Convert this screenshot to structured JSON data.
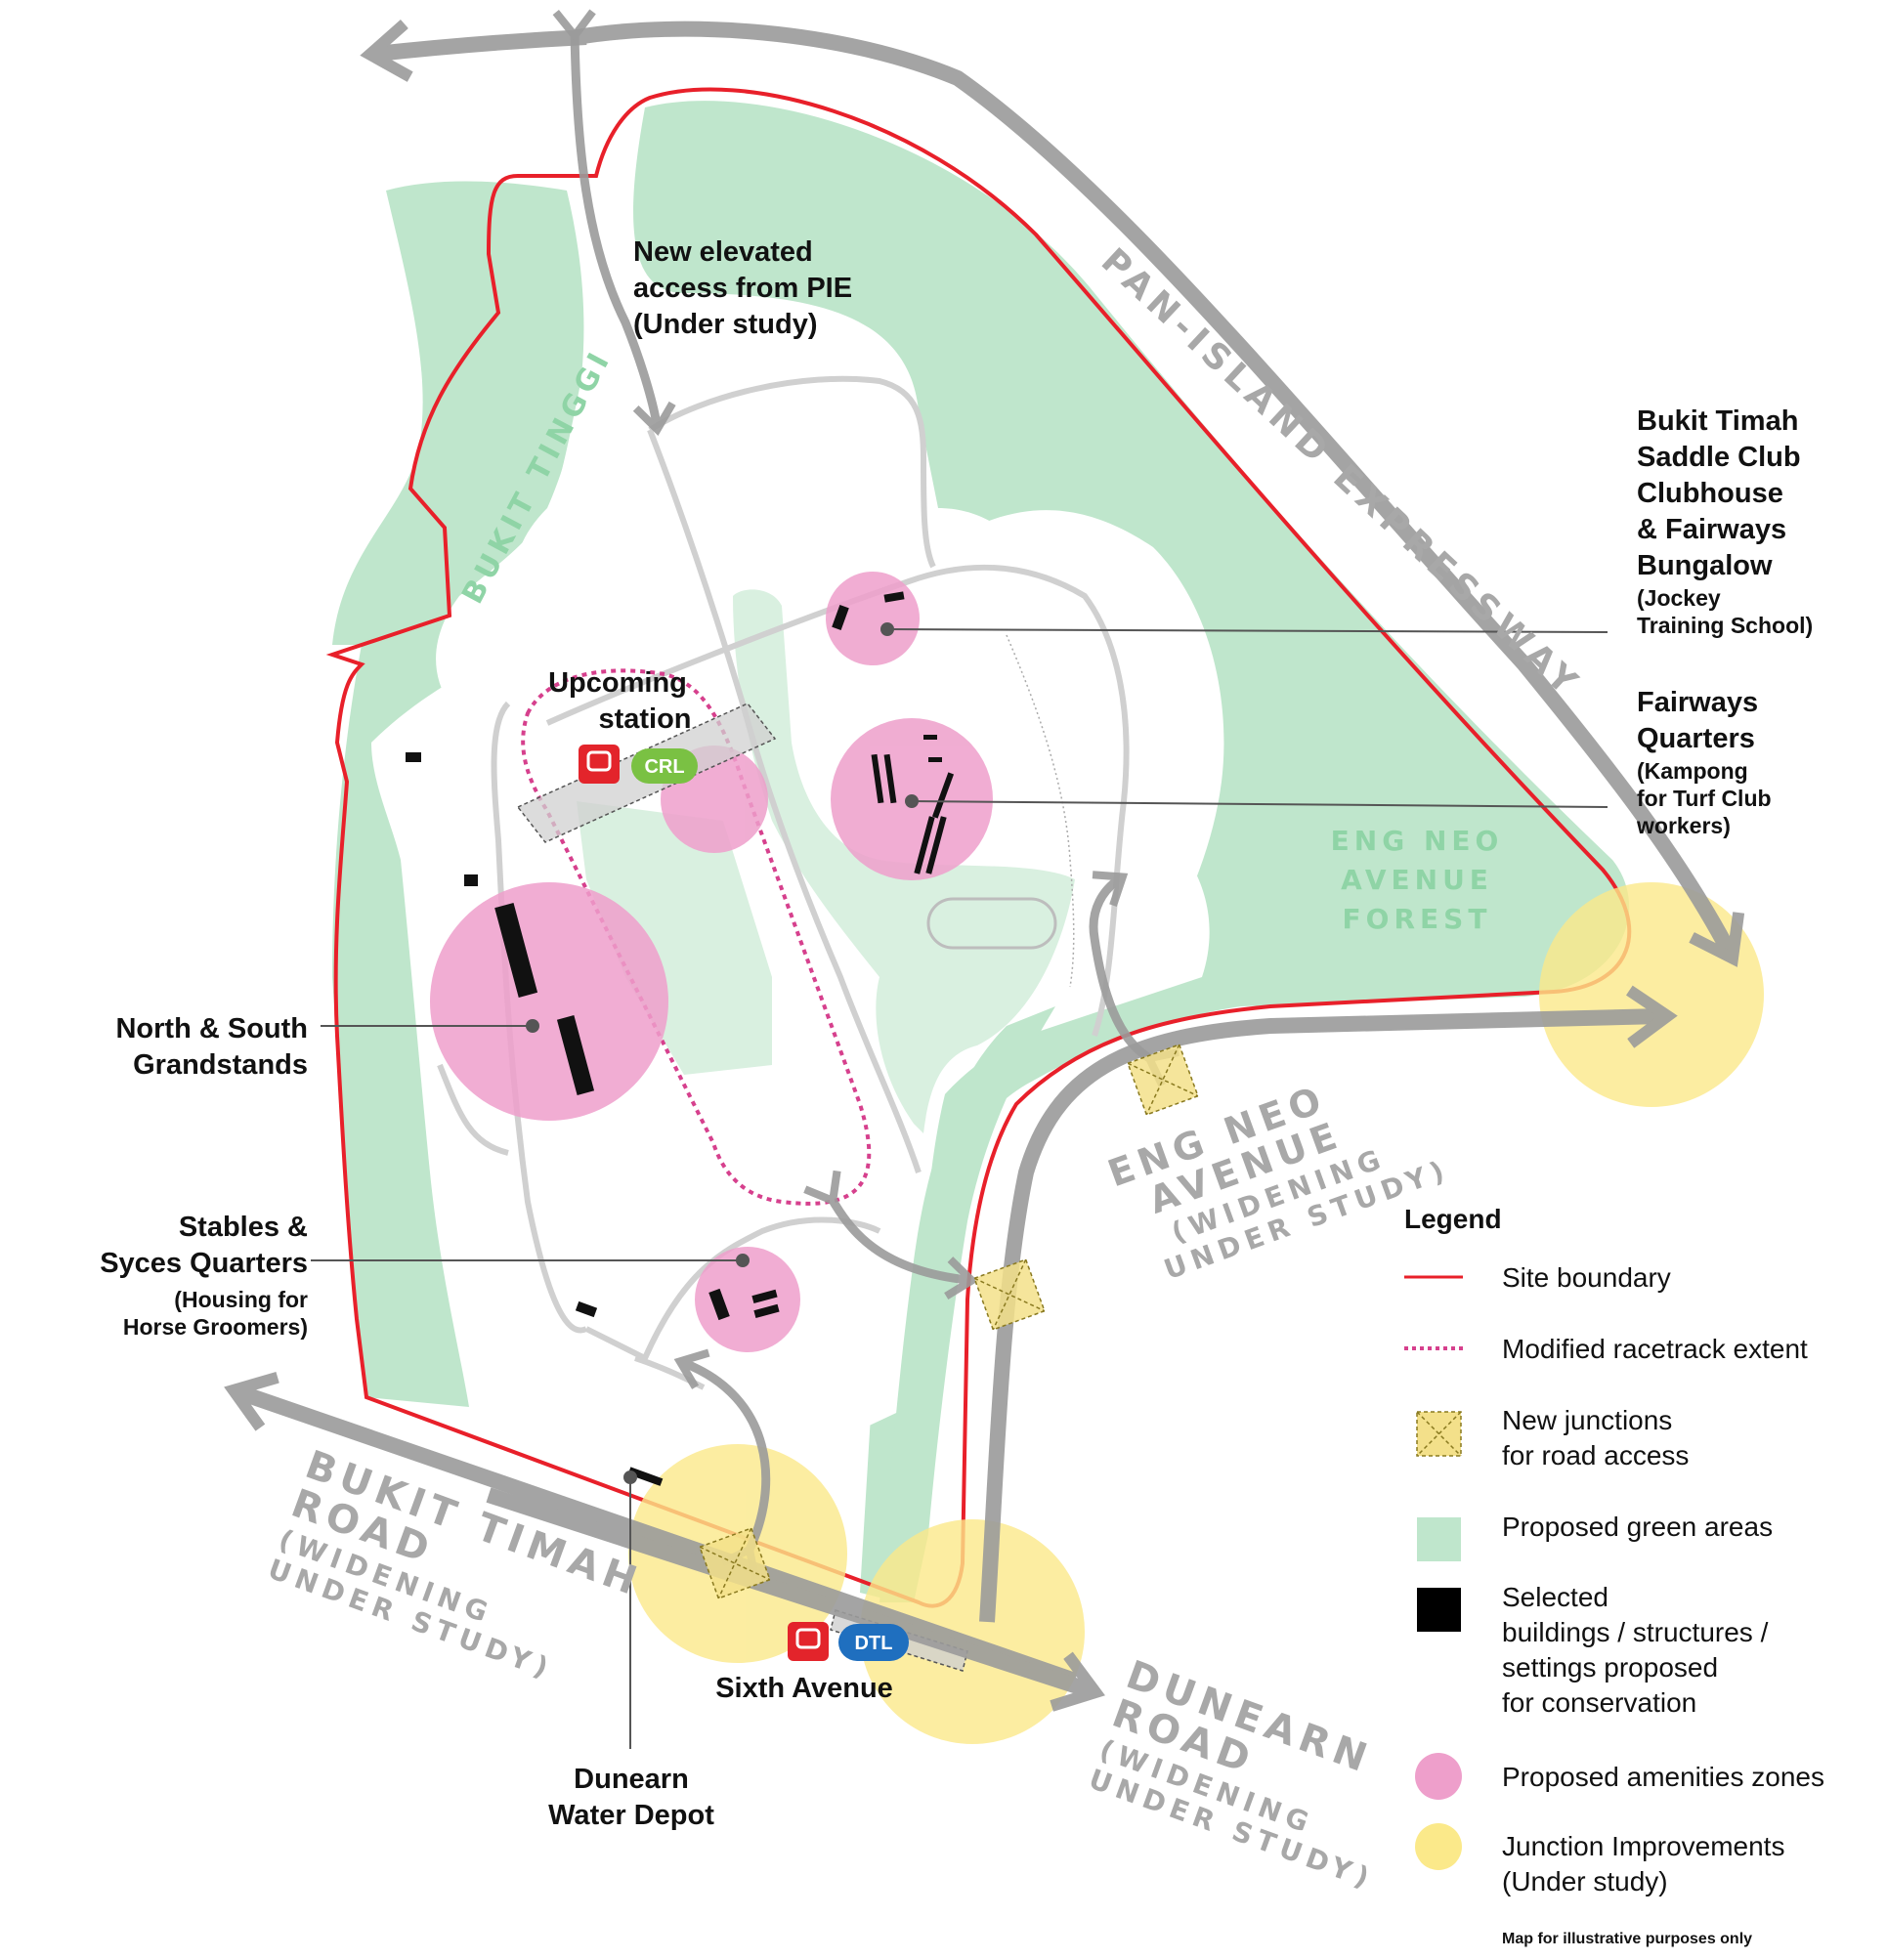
{
  "colors": {
    "boundary": "#e8202a",
    "green_area": "#bfe6cc",
    "light_green": "#d9f0e0",
    "amenity": "#ee9fcb",
    "junction": "#fbe98a",
    "road_arrow": "#9b9b9b",
    "track": "#d0d0d0",
    "crl": "#7ac143",
    "dtl": "#1f6fbf",
    "mrt": "#e3242b"
  },
  "labels": {
    "pie_access": [
      "New elevated",
      "access from PIE",
      "(Under study)"
    ],
    "saddle_club": [
      "Bukit Timah",
      "Saddle Club",
      "Clubhouse",
      "& Fairways",
      "Bungalow"
    ],
    "saddle_club_note": [
      "(Jockey",
      "Training School)"
    ],
    "fairways": [
      "Fairways",
      "Quarters"
    ],
    "fairways_note": [
      "(Kampong",
      "for Turf Club",
      "workers)"
    ],
    "upcoming_station": [
      "Upcoming",
      "station"
    ],
    "crl_badge": "CRL",
    "dtl_badge": "DTL",
    "grandstands": [
      "North & South",
      "Grandstands"
    ],
    "stables": [
      "Stables &",
      "Syces Quarters"
    ],
    "stables_note": [
      "(Housing for",
      "Horse Groomers)"
    ],
    "sixth_avenue": "Sixth Avenue",
    "water_depot": [
      "Dunearn",
      "Water Depot"
    ]
  },
  "roads": {
    "pie": "PAN-ISLAND EXPRESSWAY",
    "bukit_tinggi": "BUKIT TINGGI",
    "eng_neo_forest": [
      "ENG NEO",
      "AVENUE",
      "FOREST"
    ],
    "eng_neo_avenue": [
      "ENG NEO",
      "AVENUE",
      "(WIDENING",
      "UNDER STUDY)"
    ],
    "bukit_timah": [
      "BUKIT TIMAH",
      "ROAD",
      "(WIDENING",
      "UNDER STUDY)"
    ],
    "dunearn": [
      "DUNEARN",
      "ROAD",
      "(WIDENING",
      "UNDER STUDY)"
    ]
  },
  "legend": {
    "title": "Legend",
    "items": [
      {
        "icon": "site-boundary-line",
        "label": [
          "Site boundary"
        ]
      },
      {
        "icon": "racetrack-dotted-line",
        "label": [
          "Modified racetrack extent"
        ]
      },
      {
        "icon": "new-junction-swatch",
        "label": [
          "New junctions",
          "for road access"
        ]
      },
      {
        "icon": "green-area-swatch",
        "label": [
          "Proposed green areas"
        ]
      },
      {
        "icon": "conservation-swatch",
        "label": [
          "Selected",
          "buildings / structures /",
          "settings proposed",
          "for conservation"
        ]
      },
      {
        "icon": "amenity-zone-swatch",
        "label": [
          "Proposed amenities zones"
        ]
      },
      {
        "icon": "junction-improvement-swatch",
        "label": [
          "Junction Improvements",
          "(Under study)"
        ]
      }
    ]
  },
  "note": "Map for illustrative purposes only"
}
